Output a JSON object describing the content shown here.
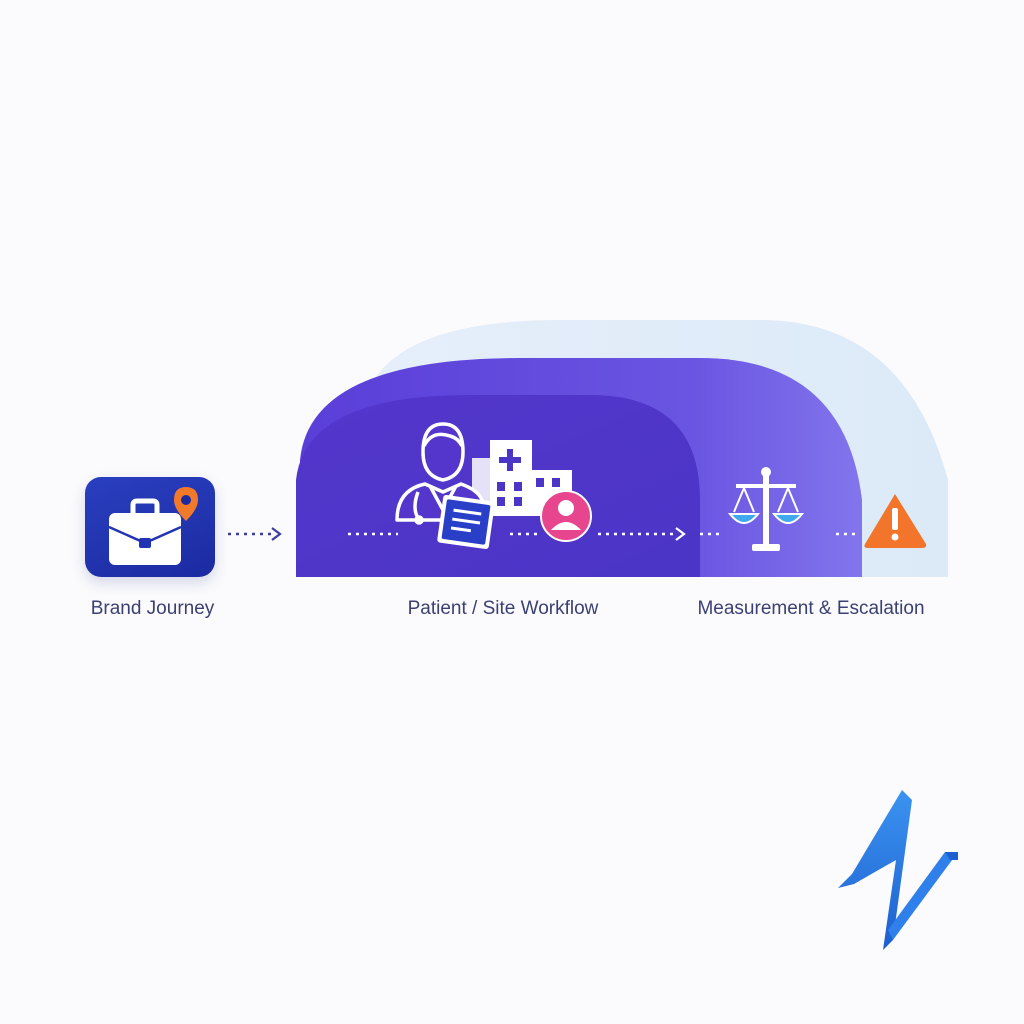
{
  "stages": [
    {
      "label": "Brand Journey",
      "icon": "briefcase-icon"
    },
    {
      "label": "Patient / Site Workflow",
      "icons": [
        "doctor-icon",
        "hospital-icon",
        "clipboard-icon",
        "patient-avatar-icon"
      ]
    },
    {
      "label": "Measurement & Escalation",
      "icons": [
        "scales-icon",
        "warning-icon"
      ]
    }
  ],
  "colors": {
    "tile": "#2234b4",
    "band_primary": "#5a3fd6",
    "band_secondary": "#7a68ea",
    "back_band": "#dde9f8",
    "pin": "#f07a2a",
    "warning": "#f3742b",
    "avatar": "#e8458f",
    "scale_pans": "#3fa8ee",
    "logo": "#2a7ee8"
  },
  "logo": "zigzag-logo-icon"
}
